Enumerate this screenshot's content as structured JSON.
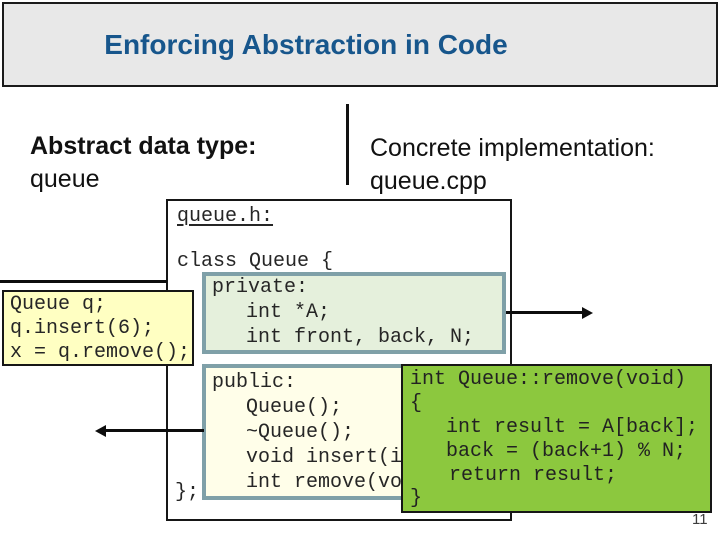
{
  "slide": {
    "title": "Enforcing Abstraction in Code",
    "page_number": "11",
    "colors": {
      "title_text": "#17568C",
      "title_bar_bg": "#E8E8E8",
      "client_box_bg": "#FFFFC2",
      "private_box_bg": "#E5F0DC",
      "public_box_bg": "#FFFEE9",
      "section_box_border": "#7FA0A8",
      "implementation_box_bg": "#8CC83E"
    }
  },
  "headers": {
    "left": {
      "line1": "Abstract data type:",
      "line2": "queue"
    },
    "right": {
      "line1": "Concrete implementation:",
      "line2": "queue.cpp"
    }
  },
  "header_file_box": {
    "filename_label": "queue.h:",
    "class_open": "class Queue {",
    "class_close": "};"
  },
  "client_code_box": {
    "lines": [
      "Queue q;",
      "q.insert(6);",
      "x = q.remove();"
    ]
  },
  "private_section_box": {
    "lines": [
      "private:",
      "int *A;",
      "int front, back, N;"
    ]
  },
  "public_section_box": {
    "lines": [
      "public:",
      "Queue();",
      "~Queue();",
      "void insert(i",
      "int remove(vo"
    ]
  },
  "implementation_box": {
    "lines": [
      "int Queue::remove(void)",
      "{",
      "int result = A[back];",
      "back = (back+1) % N;",
      "return result;",
      "}"
    ]
  }
}
